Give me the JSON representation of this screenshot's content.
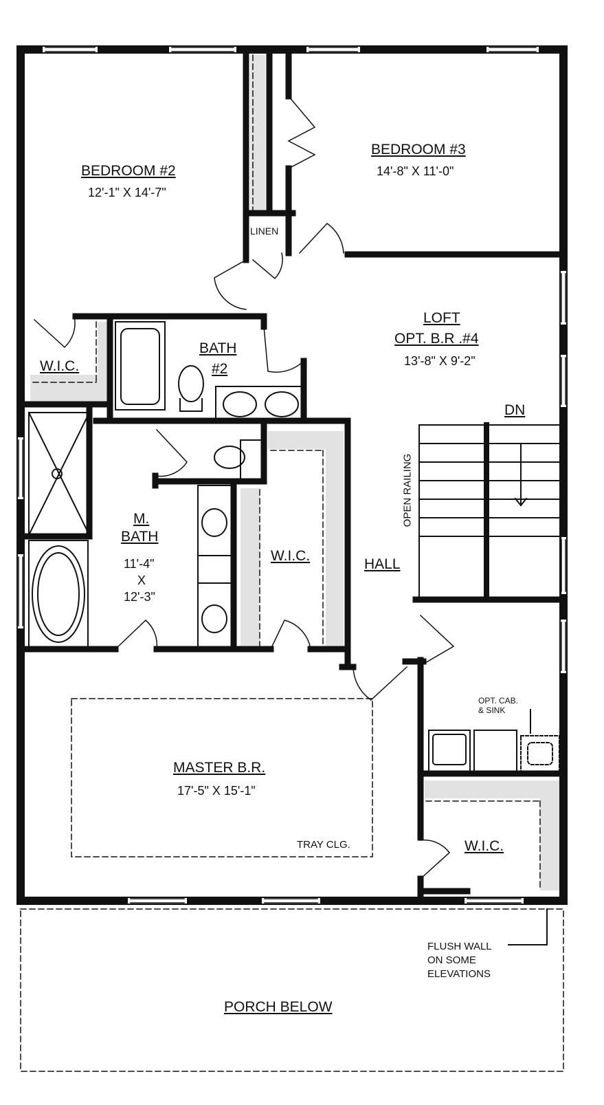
{
  "rooms": {
    "bedroom2": {
      "name": "BEDROOM #2",
      "dim": "12'-1\" X 14'-7\""
    },
    "bedroom3": {
      "name": "BEDROOM #3",
      "dim": "14'-8\" X 11'-0\""
    },
    "linen": "LINEN",
    "loft": {
      "name1": "LOFT",
      "name2": "OPT. B.R .#4",
      "dim": "13'-8\" X 9'-2\""
    },
    "bath2": {
      "name1": "BATH",
      "name2": "#2"
    },
    "wic_bed2": "W.I.C.",
    "mbath": {
      "name1": "M.",
      "name2": "BATH",
      "dim1": "11'-4\"",
      "dim2": "X",
      "dim3": "12'-3\""
    },
    "wic_master": "W.I.C.",
    "hall": "HALL",
    "stairs": {
      "dn": "DN",
      "railing": "OPEN RAILING"
    },
    "master": {
      "name": "MASTER B.R.",
      "dim": "17'-5\" X 15'-1\"",
      "tray": "TRAY CLG."
    },
    "laundry": {
      "note1": "OPT. CAB.",
      "note2": "& SINK"
    },
    "wic_laundry": "W.I.C.",
    "flush": {
      "line1": "FLUSH WALL",
      "line2": "ON SOME",
      "line3": "ELEVATIONS"
    },
    "porch": "PORCH BELOW"
  }
}
